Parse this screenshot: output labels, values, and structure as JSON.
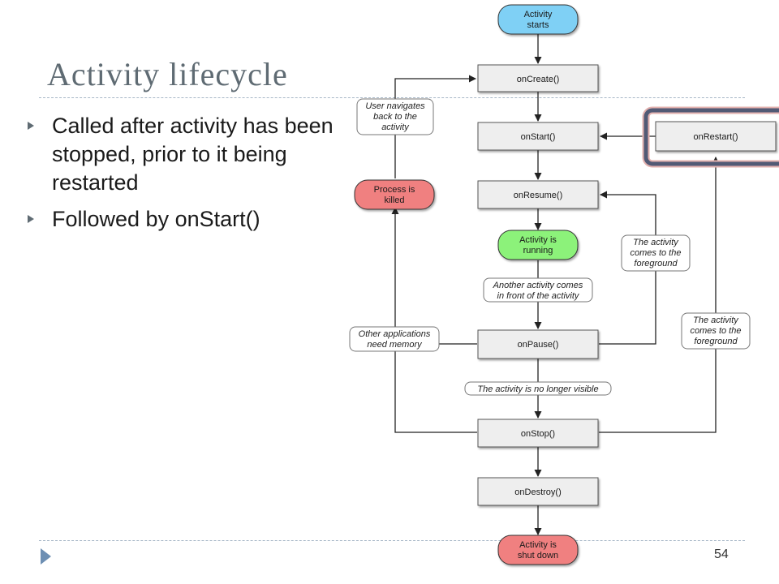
{
  "slide": {
    "title": "Activity lifecycle",
    "bullets": [
      "Called after activity has been stopped, prior to it being restarted",
      "Followed by onStart()"
    ],
    "page_number": "54"
  },
  "diagram": {
    "colors": {
      "state_start": "#7fd0f5",
      "state_running": "#8cf27a",
      "state_killed": "#f08080",
      "method_box": "#eeeeee",
      "highlight_frame": "#525a75"
    },
    "nodes": {
      "activity_starts": [
        "Activity",
        "starts"
      ],
      "on_create": [
        "onCreate()"
      ],
      "on_start": [
        "onStart()"
      ],
      "on_restart": [
        "onRestart()"
      ],
      "on_resume": [
        "onResume()"
      ],
      "activity_running": [
        "Activity is",
        "running"
      ],
      "on_pause": [
        "onPause()"
      ],
      "on_stop": [
        "onStop()"
      ],
      "on_destroy": [
        "onDestroy()"
      ],
      "activity_shut_down": [
        "Activity is",
        "shut down"
      ],
      "process_killed": [
        "Process is",
        "killed"
      ]
    },
    "notes": {
      "user_navigates_back": [
        "User navigates",
        "back to the",
        "activity"
      ],
      "another_activity_front": [
        "Another activity comes",
        "in front of the activity"
      ],
      "other_apps_memory": [
        "Other applications",
        "need memory"
      ],
      "no_longer_visible": [
        "The activity is no longer visible"
      ],
      "foreground_from_pause": [
        "The activity",
        "comes to the",
        "foreground"
      ],
      "foreground_from_stop": [
        "The activity",
        "comes to the",
        "foreground"
      ]
    }
  }
}
